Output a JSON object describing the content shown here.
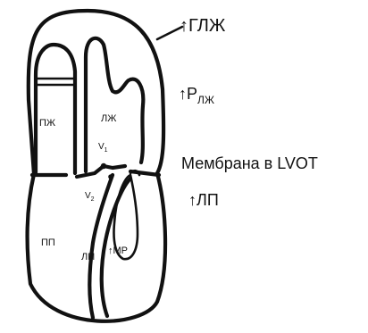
{
  "labels": {
    "rv": "ПЖ",
    "lv": "ЛЖ",
    "ra": "ПП",
    "la": "ЛП",
    "mr": "↑МР",
    "v1_main": "V",
    "v1_sub": "1",
    "v2_main": "V",
    "v2_sub": "2",
    "glzh": "↑ГЛЖ",
    "plzh_main": "↑Р",
    "plzh_sub": "ЛЖ",
    "membrane": "Мембрана в LVOT",
    "lp_arrow": "↑ЛП"
  },
  "colors": {
    "ink": "#111111",
    "background": "#ffffff"
  }
}
